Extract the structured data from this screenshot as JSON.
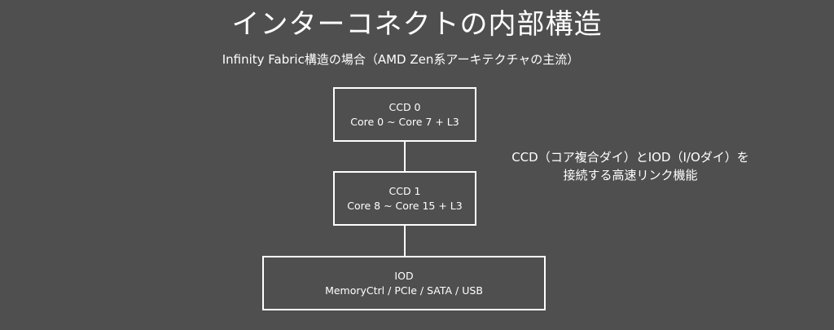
{
  "title": "インターコネクトの内部構造",
  "subtitle": "Infinity Fabric構造の場合（AMD Zen系アーキテクチャの主流）",
  "boxes": {
    "ccd0": {
      "name": "CCD 0",
      "detail": "Core 0 ~ Core 7 + L3"
    },
    "ccd1": {
      "name": "CCD 1",
      "detail": "Core 8 ~ Core 15 + L3"
    },
    "iod": {
      "name": "IOD",
      "detail": "MemoryCtrl / PCIe / SATA / USB"
    }
  },
  "note": {
    "line1": "CCD（コア複合ダイ）とIOD（I/Oダイ）を",
    "line2": "接続する高速リンク機能"
  },
  "colors": {
    "background": "#4f4f4f",
    "foreground": "#ffffff"
  }
}
